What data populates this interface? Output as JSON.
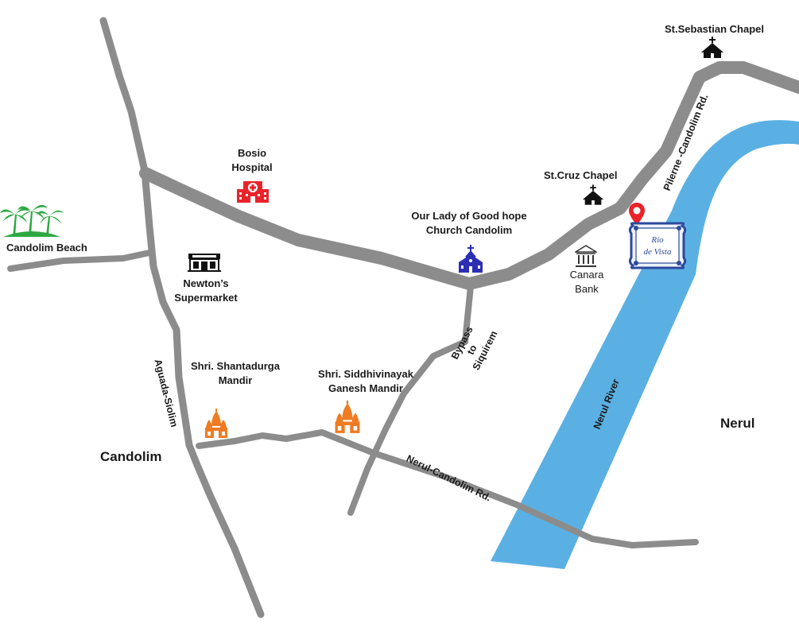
{
  "map": {
    "areas": {
      "candolim": "Candolim",
      "nerul": "Nerul"
    },
    "roads": {
      "aguada_siolim": "Aguada-Siolim",
      "bypass": "Bypass to Siquirem",
      "nerul_candolim": "Nerul-Candolim Rd.",
      "pilerne_candolim": "Pilerne -Candolim Rd."
    },
    "river": "Nerul River",
    "places": {
      "st_sebastian": "St.Sebastian Chapel",
      "bosio_line1": "Bosio",
      "bosio_line2": "Hospital",
      "st_cruz": "St.Cruz Chapel",
      "our_lady_line1": "Our Lady of Good hope",
      "our_lady_line2": "Church Candolim",
      "canara_line1": "Canara",
      "canara_line2": "Bank",
      "candolim_beach": "Candolim Beach",
      "newtons_line1": "Newton’s",
      "newtons_line2": "Supermarket",
      "shantadurga_line1": "Shri. Shantadurga",
      "shantadurga_line2": "Mandir",
      "siddhivinayak_line1": "Shri. Siddhivinayak",
      "siddhivinayak_line2": "Ganesh Mandir"
    },
    "logo": {
      "line1": "Rio",
      "line2": "de Vista"
    },
    "colors": {
      "road": "#8c8c8c",
      "river": "#5ab0e3",
      "hospital": "#e8232a",
      "church_blue": "#2c2fb4",
      "temple": "#ef7b22",
      "palm": "#2ea842",
      "pin": "#e8232a",
      "logo_blue": "#2d4a9c"
    }
  }
}
